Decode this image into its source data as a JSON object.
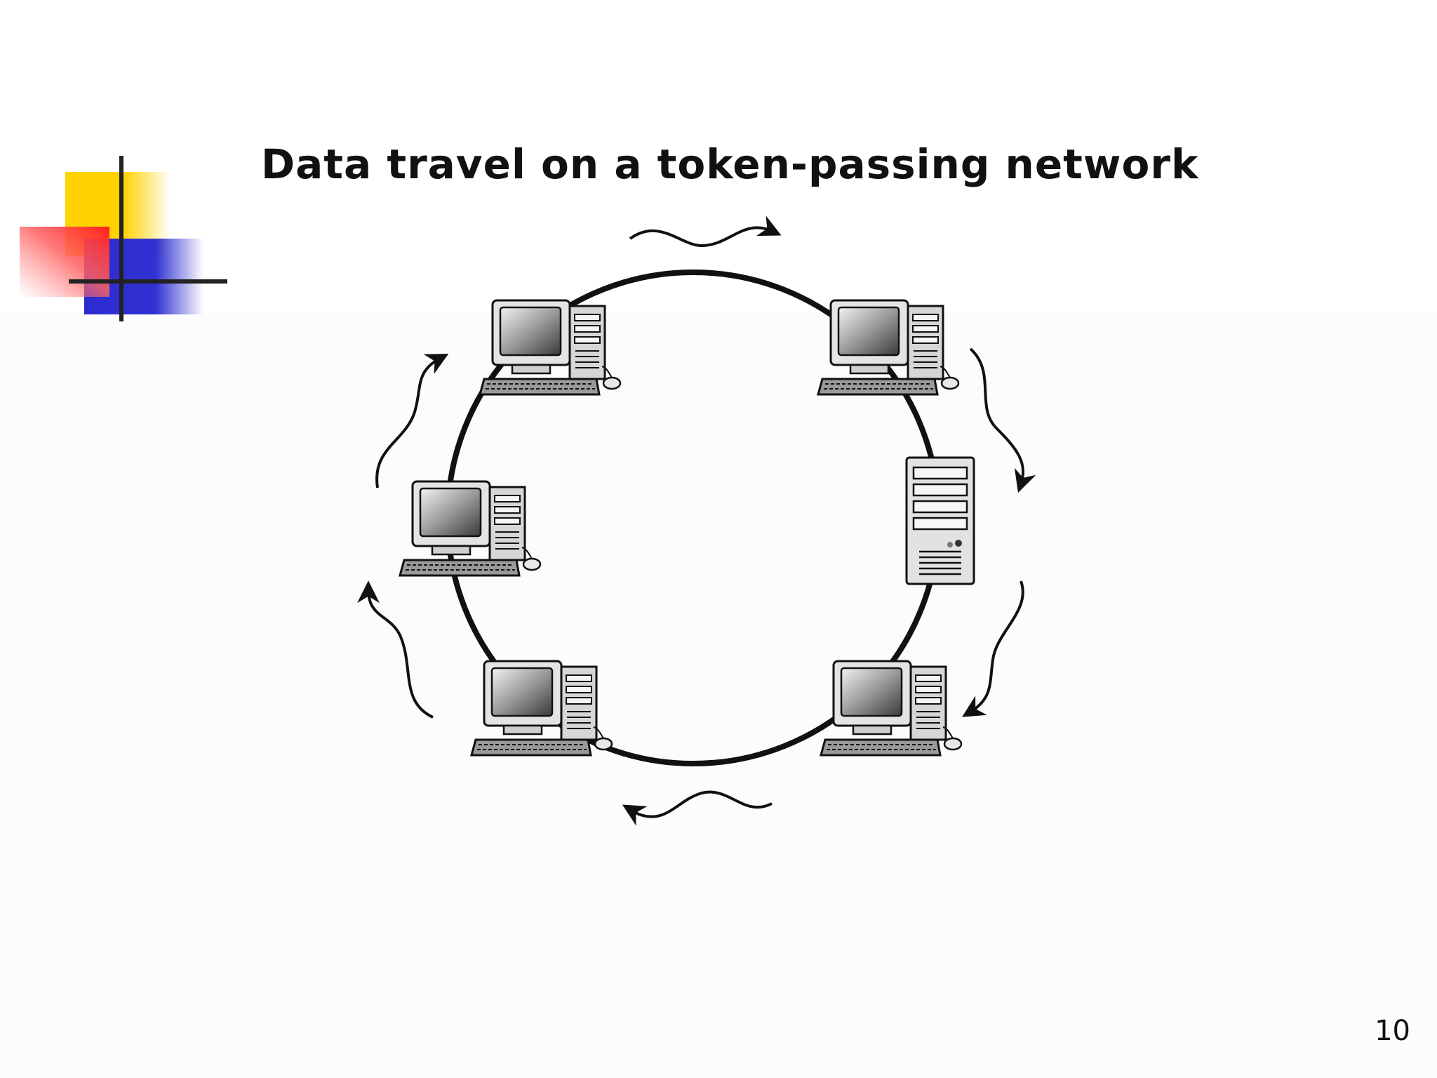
{
  "slide": {
    "title": "Data travel on a token-passing network",
    "page_number": "10"
  },
  "diagram": {
    "topology": "ring",
    "flow_direction": "clockwise",
    "nodes": [
      {
        "id": "top-left",
        "kind": "workstation-icon"
      },
      {
        "id": "top-right",
        "kind": "workstation-icon"
      },
      {
        "id": "right",
        "kind": "server-tower-icon"
      },
      {
        "id": "bottom-right",
        "kind": "workstation-icon"
      },
      {
        "id": "bottom-left",
        "kind": "workstation-icon"
      },
      {
        "id": "left",
        "kind": "workstation-icon"
      }
    ],
    "colors": {
      "ring": "#111111",
      "deco_yellow": "#ffd200",
      "deco_red": "#ff3a3a",
      "deco_blue": "#3232d2"
    }
  }
}
